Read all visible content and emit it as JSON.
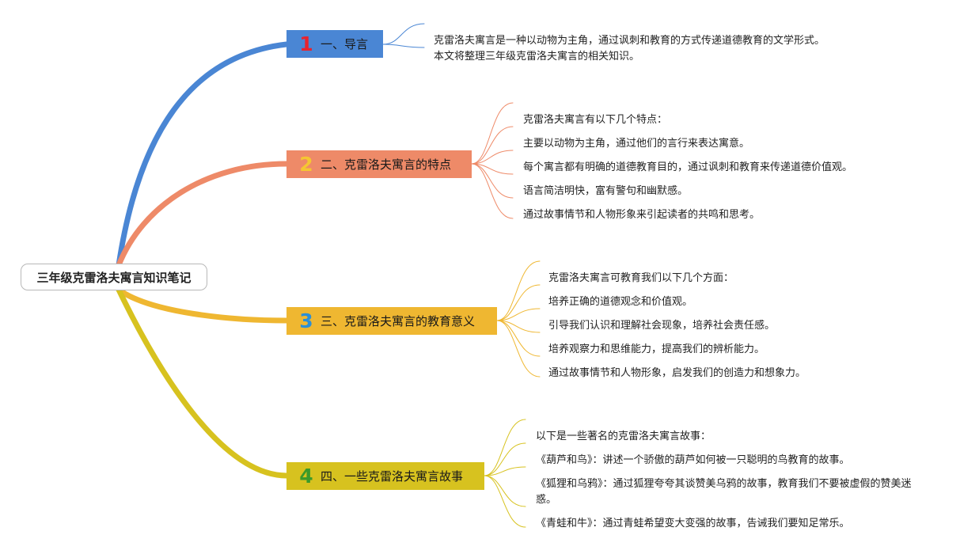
{
  "root": {
    "title": "三年级克雷洛夫寓言知识笔记"
  },
  "branches": [
    {
      "number": "1",
      "label": "一、导言",
      "color": "#4a86d4",
      "number_color": "#e8232e",
      "items": [
        "克雷洛夫寓言是一种以动物为主角，通过讽刺和教育的方式传递道德教育的文学形式。本文将整理三年级克雷洛夫寓言的相关知识。"
      ]
    },
    {
      "number": "2",
      "label": "二、克雷洛夫寓言的特点",
      "color": "#ee8a68",
      "number_color": "#f5c632",
      "items": [
        "克雷洛夫寓言有以下几个特点：",
        "主要以动物为主角，通过他们的言行来表达寓意。",
        "每个寓言都有明确的道德教育目的，通过讽刺和教育来传递道德价值观。",
        "语言简洁明快，富有警句和幽默感。",
        "通过故事情节和人物形象来引起读者的共鸣和思考。"
      ]
    },
    {
      "number": "3",
      "label": "三、克雷洛夫寓言的教育意义",
      "color": "#efb731",
      "number_color": "#2b8fd6",
      "items": [
        "克雷洛夫寓言可教育我们以下几个方面：",
        "培养正确的道德观念和价值观。",
        "引导我们认识和理解社会现象，培养社会责任感。",
        "培养观察力和思维能力，提高我们的辨析能力。",
        "通过故事情节和人物形象，启发我们的创造力和想象力。"
      ]
    },
    {
      "number": "4",
      "label": "四、一些克雷洛夫寓言故事",
      "color": "#d7c21f",
      "number_color": "#3a9a2a",
      "items": [
        "以下是一些著名的克雷洛夫寓言故事：",
        "《葫芦和鸟》：讲述一个骄傲的葫芦如何被一只聪明的鸟教育的故事。",
        "《狐狸和乌鸦》：通过狐狸夸夸其谈赞美乌鸦的故事，教育我们不要被虚假的赞美迷惑。",
        "《青蛙和牛》：通过青蛙希望变大变强的故事，告诫我们要知足常乐。"
      ]
    }
  ]
}
